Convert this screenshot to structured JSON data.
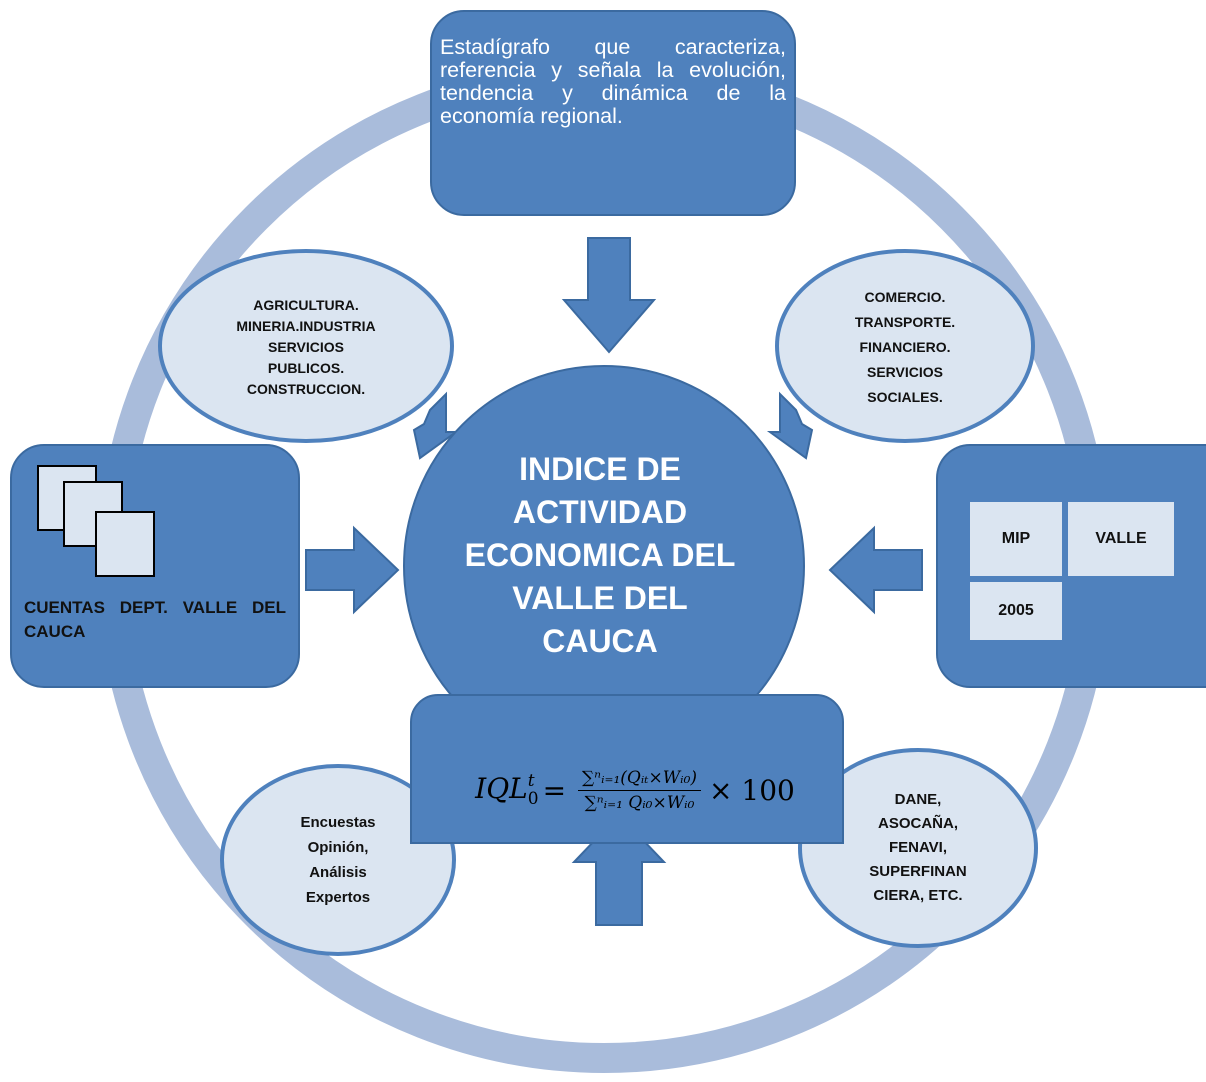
{
  "description_box": {
    "text": "Estadígrafo que caracteriza, referencia y señala la evolución, tendencia y dinámica de la economía regional."
  },
  "center": {
    "title": "INDICE DE ACTIVIDAD ECONOMICA DEL VALLE DEL CAUCA"
  },
  "sectors_left": {
    "text": "AGRICULTURA.\nMINERIA.INDUSTRIA\nSERVICIOS\nPUBLICOS.\nCONSTRUCCION."
  },
  "sectors_right": {
    "text": "COMERCIO.\nTRANSPORTE.\nFINANCIERO.\nSERVICIOS\nSOCIALES."
  },
  "sources_left": {
    "text": "Encuestas\nOpinión,\nAnálisis\nExpertos"
  },
  "sources_right": {
    "text": "DANE,\nASOCAÑA,\nFENAVI,\nSUPERFINAN\nCIERA, ETC."
  },
  "accounts_box": {
    "label": "CUENTAS DEPT. VALLE DEL CAUCA",
    "label_suffix": "."
  },
  "mip_box": {
    "cells": [
      "MIP",
      "VALLE",
      "2005"
    ]
  },
  "formula": {
    "lhs": "IQL",
    "lhs_sub": "0",
    "lhs_sup": "t",
    "equals": "=",
    "numerator": "∑ⁿᵢ₌₁(Qᵢₜ×Wᵢ₀)",
    "denominator": "∑ⁿᵢ₌₁ Qᵢ₀×Wᵢ₀",
    "multiplier": "× 100"
  },
  "colors": {
    "box_fill": "#4f81bd",
    "ellipse_fill": "#dbe5f1",
    "ring": "#a9bcdb",
    "arrow": "#4f81bd"
  }
}
